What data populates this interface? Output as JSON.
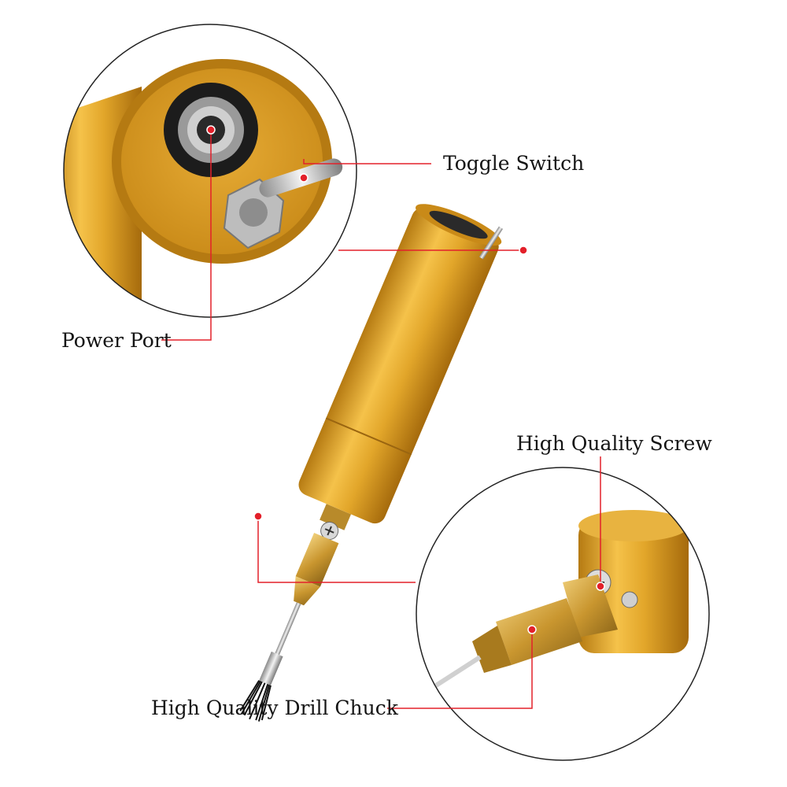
{
  "labels": {
    "toggle_switch": "Toggle Switch",
    "power_port": "Power Port",
    "high_quality_screw": "High Quality Screw",
    "high_quality_drill_chuck": "High Quality Drill Chuck"
  },
  "colors": {
    "background": "#ffffff",
    "callout_line": "#e3202a",
    "gold_body": "#e2a62a",
    "brass": "#c9962f",
    "steel": "#c8c8c8"
  }
}
